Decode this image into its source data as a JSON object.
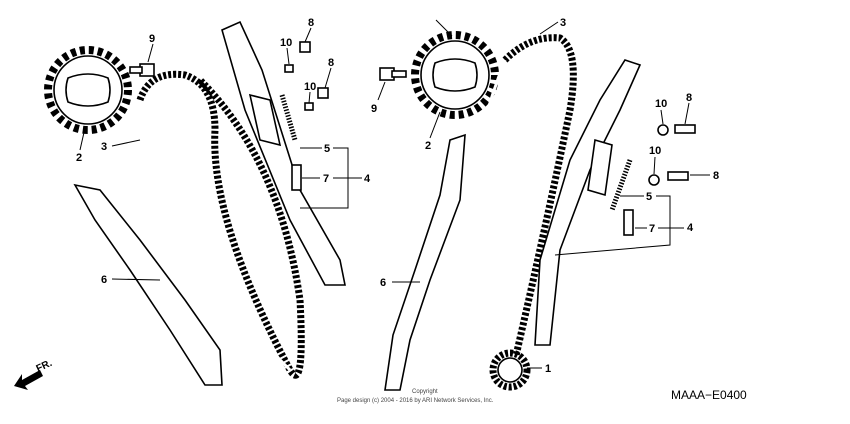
{
  "diagram": {
    "code": "MAAA−E0400",
    "direction_label": "FR.",
    "copyright_line1": "Copyright",
    "copyright_line2": "Page design (c) 2004 - 2016 by ARI Network Services, Inc.",
    "left_callouts": [
      "9",
      "2",
      "3",
      "6",
      "10",
      "8",
      "8",
      "10",
      "5",
      "7",
      "4"
    ],
    "right_callouts": [
      "3",
      "9",
      "2",
      "10",
      "8",
      "10",
      "8",
      "5",
      "7",
      "4",
      "6",
      "1"
    ]
  }
}
